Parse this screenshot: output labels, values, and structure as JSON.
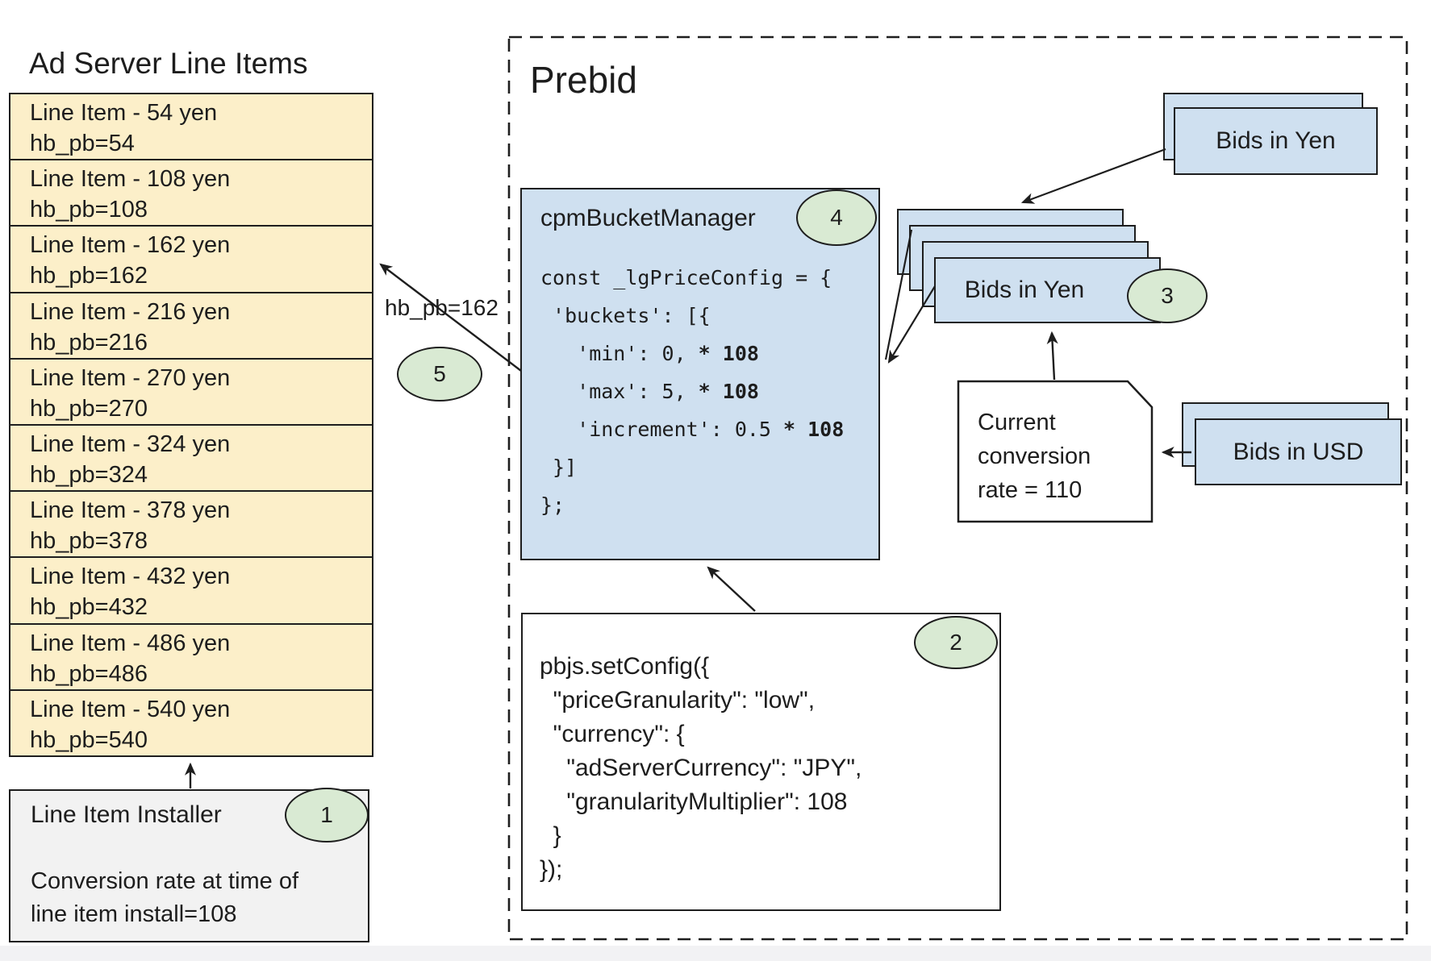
{
  "ad_server": {
    "title": "Ad Server Line Items",
    "line_items": [
      {
        "name": "Line Item - 54 yen",
        "hb_pb": "hb_pb=54"
      },
      {
        "name": "Line Item - 108 yen",
        "hb_pb": "hb_pb=108"
      },
      {
        "name": "Line Item - 162 yen",
        "hb_pb": "hb_pb=162"
      },
      {
        "name": "Line Item - 216 yen",
        "hb_pb": "hb_pb=216"
      },
      {
        "name": "Line Item - 270 yen",
        "hb_pb": "hb_pb=270"
      },
      {
        "name": "Line Item - 324 yen",
        "hb_pb": "hb_pb=324"
      },
      {
        "name": "Line Item - 378 yen",
        "hb_pb": "hb_pb=378"
      },
      {
        "name": "Line Item - 432 yen",
        "hb_pb": "hb_pb=432"
      },
      {
        "name": "Line Item - 486 yen",
        "hb_pb": "hb_pb=486"
      },
      {
        "name": "Line Item - 540 yen",
        "hb_pb": "hb_pb=540"
      }
    ],
    "installer": {
      "title": "Line Item Installer",
      "badge": "1",
      "note": "Conversion rate at time of\nline item install=108"
    }
  },
  "prebid": {
    "title": "Prebid",
    "cpm_bucket_manager": {
      "label": "cpmBucketManager",
      "badge": "4",
      "code_lines": [
        [
          [
            "const _lgPriceConfig = {",
            false
          ]
        ],
        [
          [
            " 'buckets': [{",
            false
          ]
        ],
        [
          [
            "   'min': 0, ",
            false
          ],
          [
            "* 108",
            true
          ]
        ],
        [
          [
            "   'max': 5, ",
            false
          ],
          [
            "* 108",
            true
          ]
        ],
        [
          [
            "   'increment': 0.5 ",
            false
          ],
          [
            "* 108",
            true
          ]
        ],
        [
          [
            " }]",
            false
          ]
        ],
        [
          [
            "};",
            false
          ]
        ]
      ]
    },
    "set_config": {
      "badge": "2",
      "code": "pbjs.setConfig({\n  \"priceGranularity\": \"low\",\n  \"currency\": {\n    \"adServerCurrency\": \"JPY\",\n    \"granularityMultiplier\": 108\n  }\n});"
    },
    "bids_in_yen_top": {
      "label": "Bids in Yen"
    },
    "bids_in_yen_stack": {
      "label": "Bids in Yen",
      "badge": "3"
    },
    "bids_in_usd": {
      "label": "Bids in USD"
    },
    "conversion_note": {
      "text": "Current\nconversion\nrate = 110"
    },
    "flow_label": {
      "text": "hb_pb=162",
      "badge": "5"
    }
  },
  "colors": {
    "card_blue": "#cfe0f0",
    "table_yellow": "#fcefc9",
    "badge_green": "#d9ead3",
    "installer_gray": "#f2f2f2",
    "line_dark": "#1e1e1e"
  }
}
